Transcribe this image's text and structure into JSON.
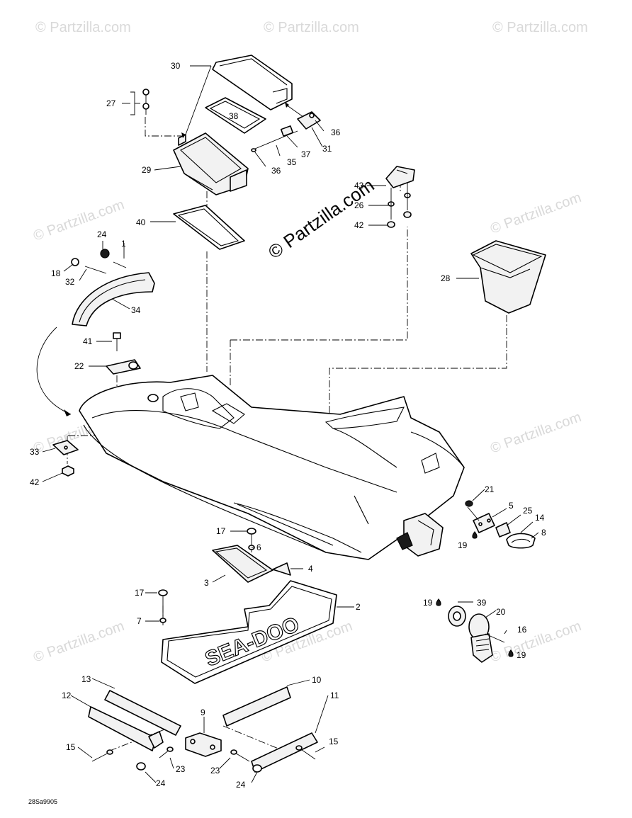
{
  "watermark": {
    "text": "© Partzilla.com",
    "main_text": "© Partzilla.com"
  },
  "figure_code": "28Sa9905",
  "deck_logo": "SEA-DOO",
  "callouts": {
    "c30": "30",
    "c27": "27",
    "c38": "38",
    "c36a": "36",
    "c36b": "36",
    "c35": "35",
    "c37": "37",
    "c31": "31",
    "c29": "29",
    "c40": "40",
    "c43": "43",
    "c26": "26",
    "c42a": "42",
    "c24a": "24",
    "c1": "1",
    "c18": "18",
    "c32": "32",
    "c34": "34",
    "c28": "28",
    "c41": "41",
    "c22": "22",
    "c33": "33",
    "c42b": "42",
    "c21": "21",
    "c5": "5",
    "c25": "25",
    "c14": "14",
    "c8": "8",
    "c19a": "19",
    "c17a": "17",
    "c6": "6",
    "c4": "4",
    "c3": "3",
    "c17b": "17",
    "c2": "2",
    "c7": "7",
    "c19b": "19",
    "c39": "39",
    "c20": "20",
    "c16": "16",
    "c19c": "19",
    "c13": "13",
    "c10": "10",
    "c12": "12",
    "c11": "11",
    "c9": "9",
    "c15a": "15",
    "c15b": "15",
    "c23a": "23",
    "c23b": "23",
    "c24b": "24",
    "c24c": "24"
  }
}
